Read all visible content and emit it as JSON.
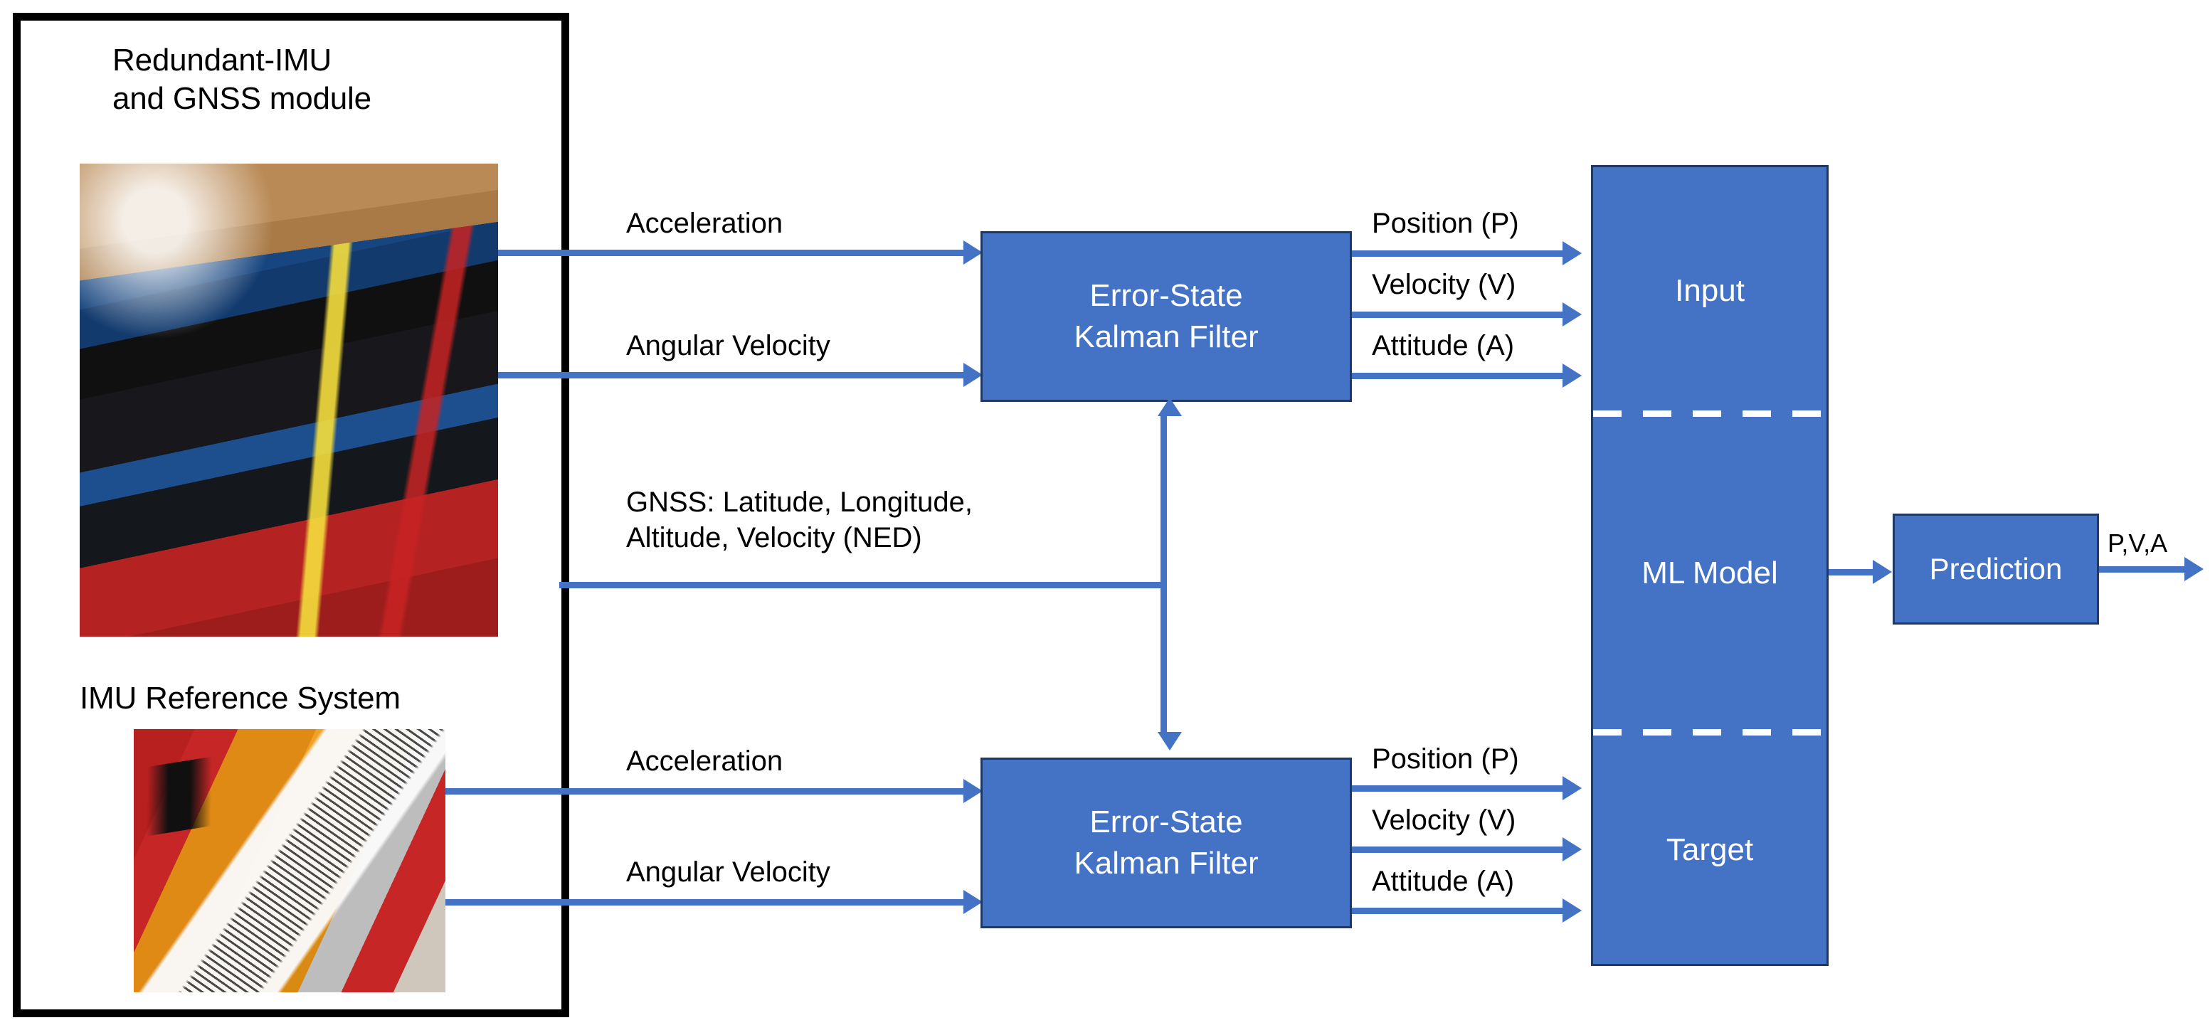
{
  "diagram": {
    "title": "Redundant-IMU / GNSS + IMU reference sensor fusion and ML prediction pipeline",
    "accent_blue": "#4472C4",
    "box_border": "#1F3864",
    "text_color": "#000000",
    "box_text_color": "#FFFFFF"
  },
  "sensor_panel": {
    "top_caption": "Redundant-IMU\nand GNSS module",
    "bottom_caption": "IMU Reference System",
    "top_photo_alt": "Stacked blue STM32 development boards with GNSS antenna on a red drone frame",
    "bottom_photo_alt": "Orange STIM300 IMU module with white barcode label mounted on red plate"
  },
  "top_branch": {
    "input_labels": [
      "Acceleration",
      "Angular Velocity"
    ],
    "filter_label": "Error-State\nKalman Filter",
    "output_labels": [
      "Position (P)",
      "Velocity (V)",
      "Attitude (A)"
    ]
  },
  "bottom_branch": {
    "input_labels": [
      "Acceleration",
      "Angular Velocity"
    ],
    "filter_label": "Error-State\nKalman Filter",
    "output_labels": [
      "Position (P)",
      "Velocity (V)",
      "Attitude (A)"
    ]
  },
  "gnss": {
    "label": "GNSS: Latitude, Longitude,\nAltitude, Velocity (NED)"
  },
  "ml_block": {
    "segments": [
      "Input",
      "ML Model",
      "Target"
    ]
  },
  "prediction": {
    "label": "Prediction",
    "output_label": "P,V,A"
  }
}
